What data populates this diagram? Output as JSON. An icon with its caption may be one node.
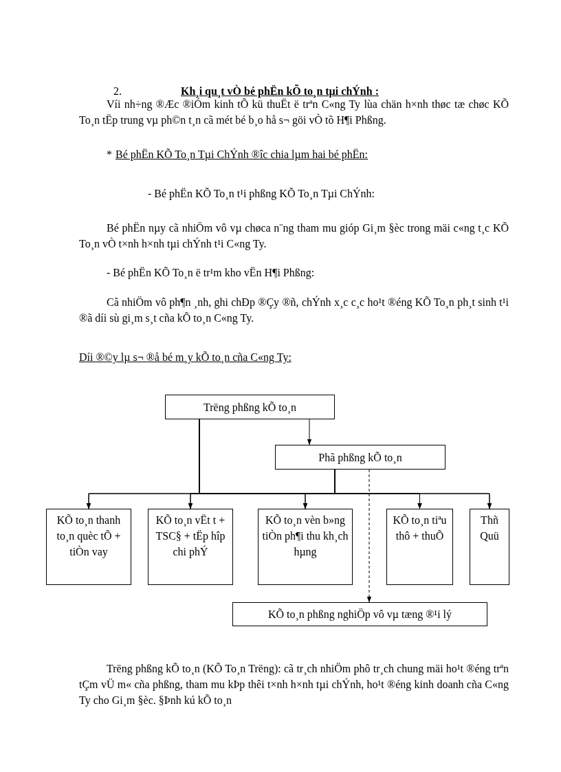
{
  "diagram": {
    "title": "Kh¸i qu¸t vÒ bé phËn kÕ to¸n tµi chÝnh :",
    "nodes": [
      {
        "text": [
          "Trëng phßng kÕ to¸n"
        ]
      },
      {
        "text": [
          "Phã phßng kÕ to¸n"
        ]
      },
      {
        "text": [
          "KÕ to¸n thanh to¸n quèc tÕ + tiÒn vay"
        ]
      },
      {
        "text": [
          "KÕ to¸n vËt t + TSC§ + tËp hîp chi phÝ"
        ]
      },
      {
        "text": [
          "KÕ to¸n vèn b»ng tiÒn ph¶i thu kh¸ch hµng"
        ]
      },
      {
        "text": [
          "KÕ to¸n tiªu thô + thuÕ"
        ]
      },
      {
        "text": [
          "Thñ Quü"
        ]
      },
      {
        "text": [
          "KÕ to¸n phßng nghiÖp vô vµ tæng ®¹i lý"
        ]
      }
    ],
    "edges": [
      {
        "from": 0,
        "to": 1,
        "arrow": "to"
      },
      {
        "from": 0,
        "to": 2,
        "arrow": "to"
      },
      {
        "from": 0,
        "to": 3,
        "arrow": "to"
      },
      {
        "from": 0,
        "to": 4,
        "arrow": "to"
      },
      {
        "from": 0,
        "to": 5,
        "arrow": "to"
      },
      {
        "from": 0,
        "to": 6,
        "arrow": "to"
      },
      {
        "from": 1,
        "to": 2,
        "arrow": "to"
      },
      {
        "from": 1,
        "to": 3,
        "arrow": "to"
      },
      {
        "from": 1,
        "to": 4,
        "arrow": "to"
      },
      {
        "from": 1,
        "to": 5,
        "arrow": "to"
      },
      {
        "from": 1,
        "to": 6,
        "arrow": "to"
      },
      {
        "from": 1,
        "to": 7,
        "arrow": "to",
        "style": "dashed"
      }
    ],
    "labels": [
      "2.",
      "Víi nh÷ng ®Æc ®iÓm kinh tÕ kü thuËt ë trªn C«ng Ty lùa chän h×nh thøc tæ chøc KÕ To¸n tËp trung vµ ph©n t¸n cã mét bé b¸o hå s¬ göi vÒ tõ H¶i Phßng.",
      "*",
      "Bé phËn KÕ To¸n Tµi ChÝnh ®îc chia lµm hai bé phËn:",
      "- Bé phËn KÕ To¸n t¹i phßng KÕ To¸n Tµi ChÝnh:",
      "Bé phËn nµy cã nhiÖm vô vµ chøca n¨ng tham mu gióp Gi¸m §èc trong mäi c«ng t¸c KÕ To¸n vÒ t×nh h×nh tµi chÝnh t¹i C«ng Ty.",
      "- Bé phËn KÕ To¸n ë tr¹m kho vËn H¶i Phßng:",
      "Cã nhiÖm vô ph¶n ¸nh, ghi chÐp ®Çy ®ñ, chÝnh x¸c c¸c ho¹t ®éng KÕ To¸n ph¸t sinh t¹i ®ã díi sù gi¸m s¸t cña kÕ to¸n C«ng Ty.",
      "Díi ®©y lµ s¬ ®å bé m¸y kÕ to¸n cña C«ng Ty:",
      "Trëng phßng kÕ to¸n (KÕ To¸n Trëng): cã tr¸ch nhiÖm phô tr¸ch chung mäi ho¹t ®éng trªn tÇm vÜ m« cña phßng, tham mu kÞp thêi t×nh h×nh tµi chÝnh, ho¹t ®éng kinh doanh cña C«ng Ty cho Gi¸m §èc. §Þnh kú kÕ to¸n"
    ]
  }
}
